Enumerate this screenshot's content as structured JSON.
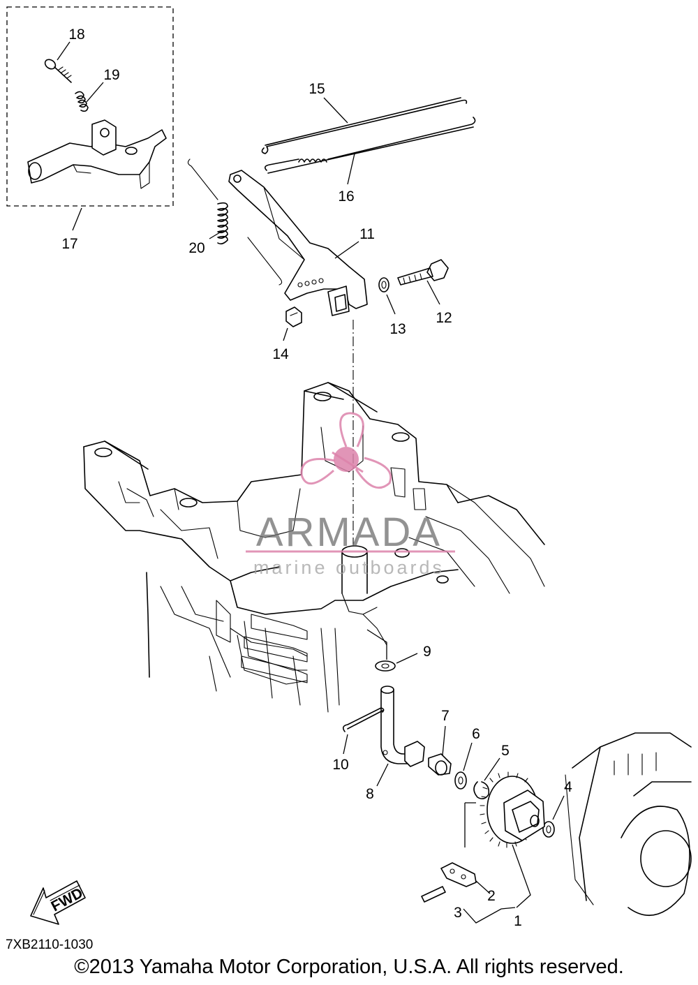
{
  "callouts": {
    "c1": "1",
    "c2": "2",
    "c3": "3",
    "c4": "4",
    "c5": "5",
    "c6": "6",
    "c7": "7",
    "c8": "8",
    "c9": "9",
    "c10": "10",
    "c11": "11",
    "c12": "12",
    "c13": "13",
    "c14": "14",
    "c15": "15",
    "c16": "16",
    "c17": "17",
    "c18": "18",
    "c19": "19",
    "c20": "20"
  },
  "fwd_label": "FWD",
  "watermark": {
    "brand": "ARMADA",
    "tagline": "marine outboards",
    "logo_color": "#e08cb0"
  },
  "diagram_code": "7XB2110-1030",
  "copyright": "©2013 Yamaha Motor Corporation, U.S.A. All rights reserved."
}
